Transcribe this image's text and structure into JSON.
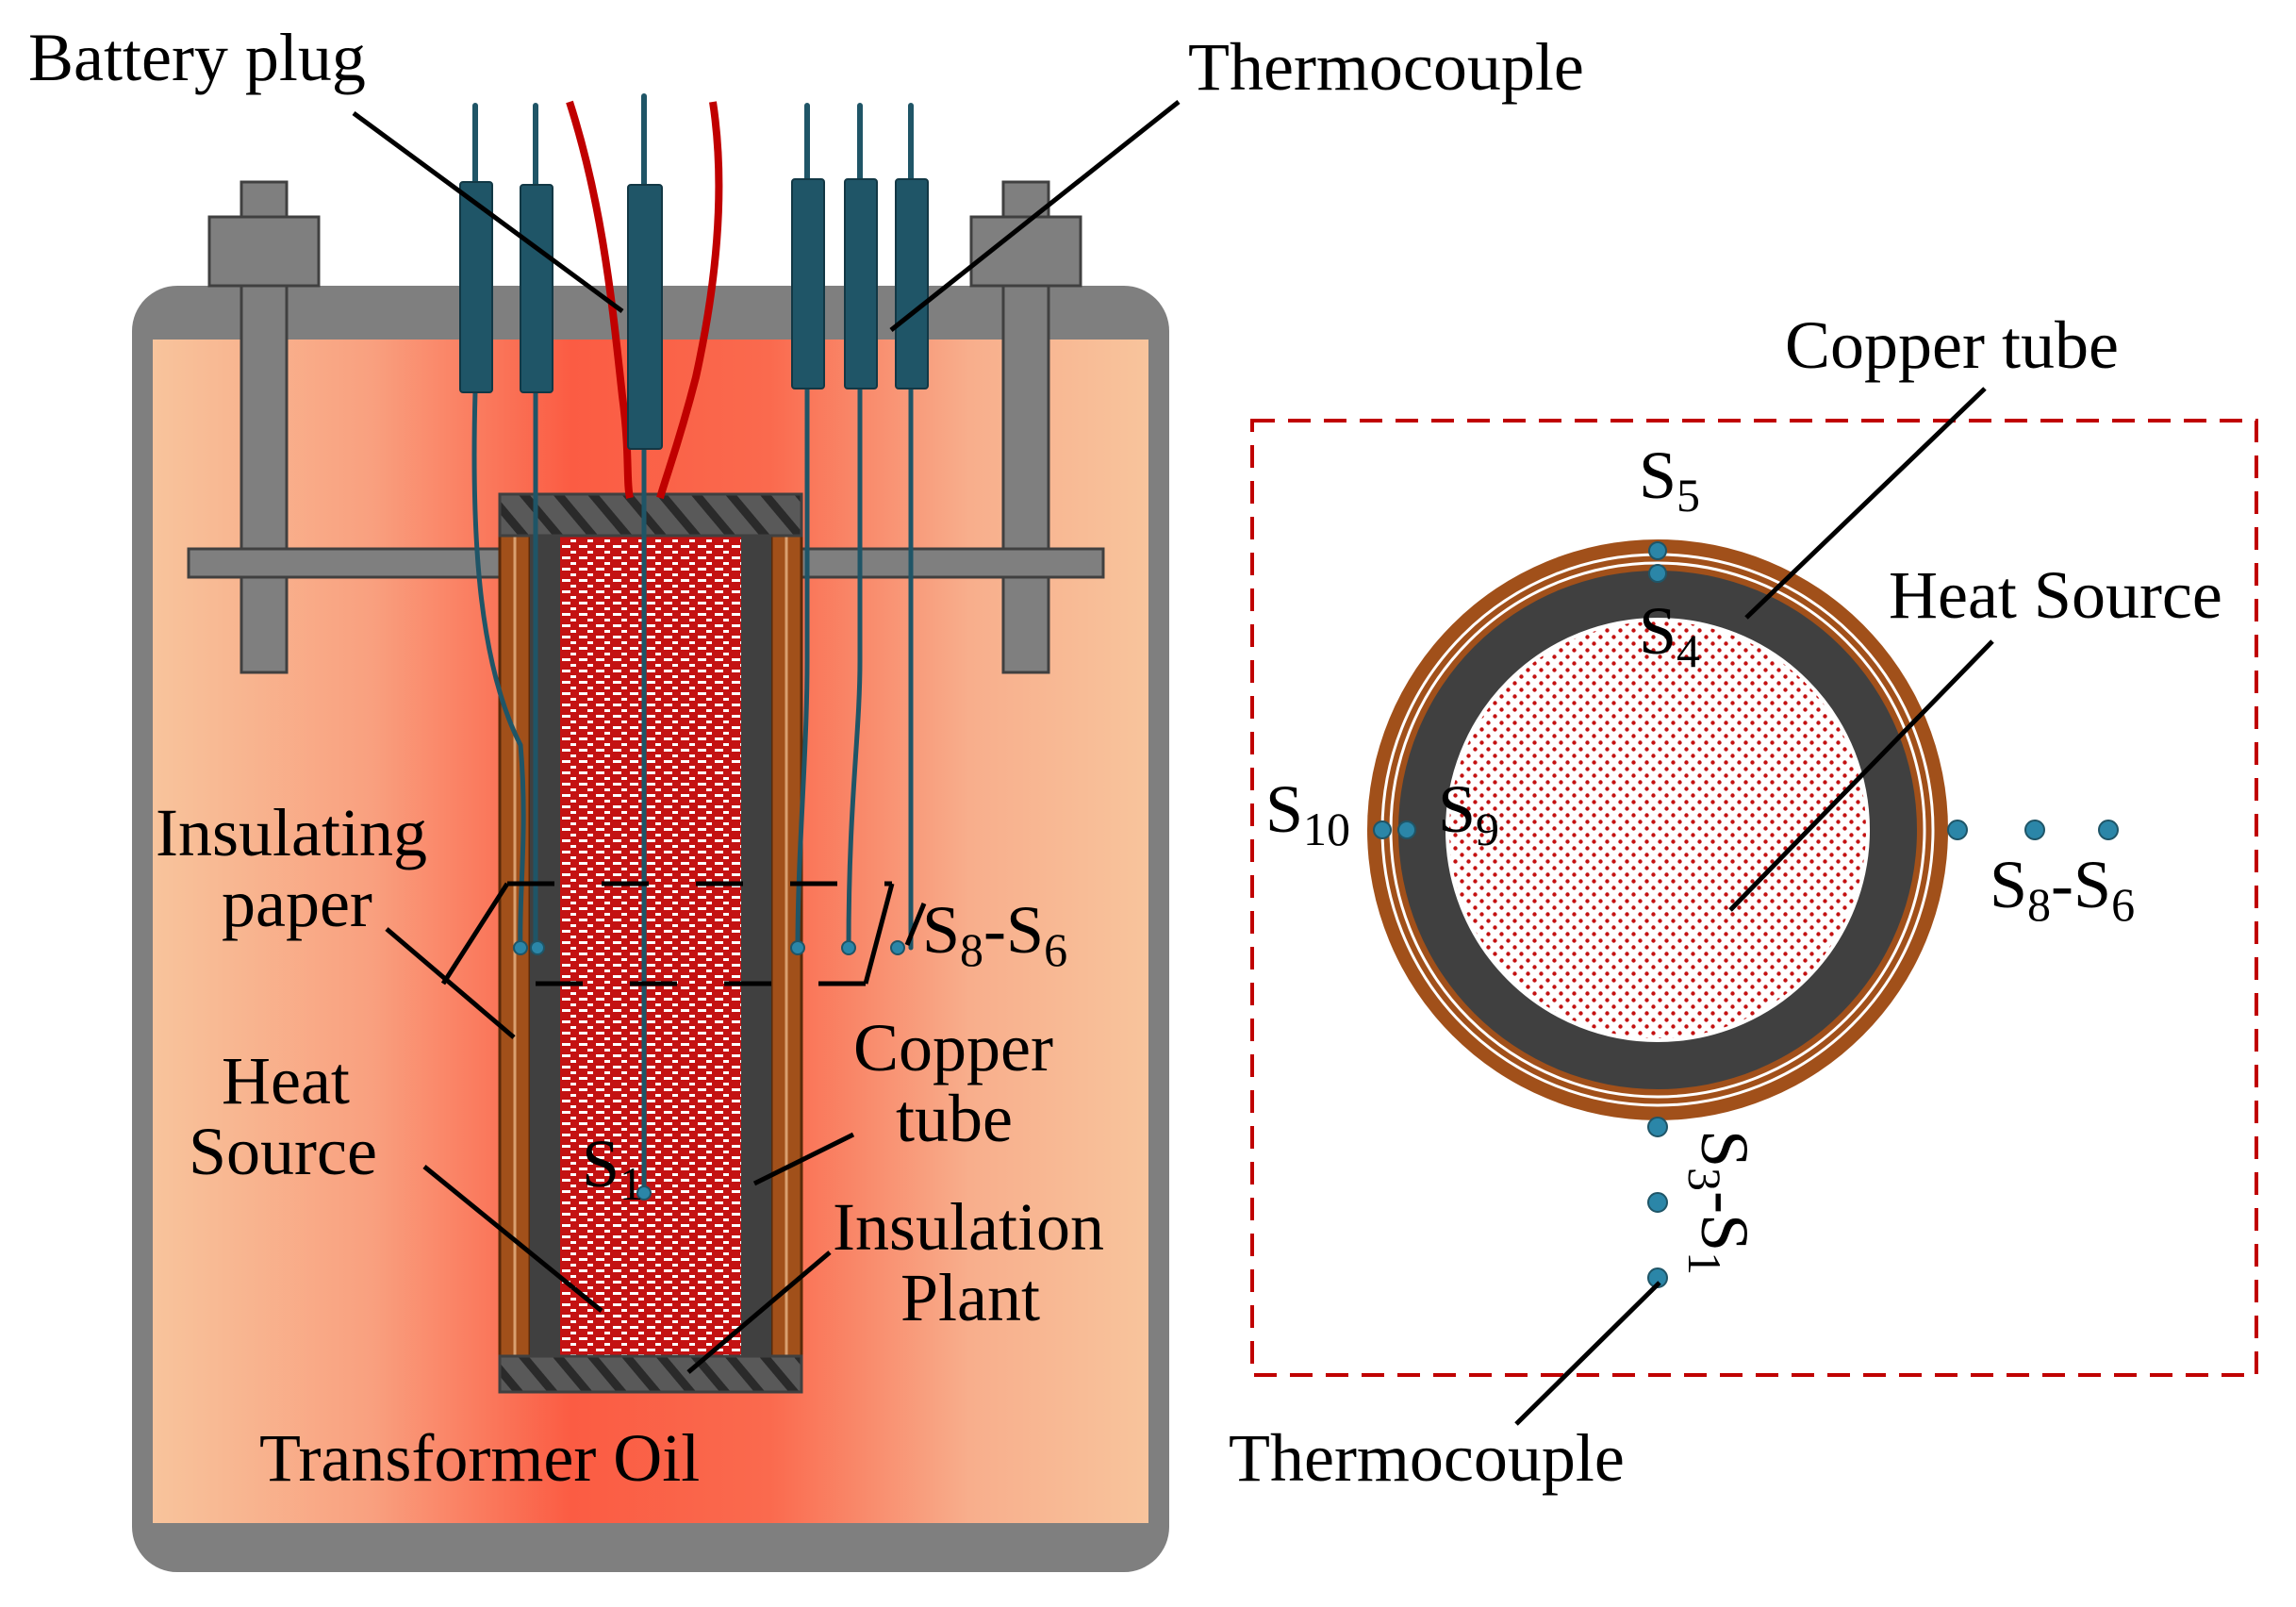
{
  "labels": {
    "battery_plug": "Battery plug",
    "thermocouple_top": "Thermocouple",
    "insulating_paper_1": "Insulating",
    "insulating_paper_2": "paper",
    "heat_source_left_1": "Heat",
    "heat_source_left_2": "Source",
    "copper_tube_left_1": "Copper",
    "copper_tube_left_2": "tube",
    "insulation_plant_1": "Insulation",
    "insulation_plant_2": "Plant",
    "transformer_oil": "Transformer Oil",
    "copper_tube_right": "Copper tube",
    "heat_source_right": "Heat Source",
    "thermocouple_bottom": "Thermocouple"
  },
  "sensors": {
    "s_main": "S",
    "sub_1": "1",
    "sub_3": "3",
    "sub_4": "4",
    "sub_5": "5",
    "sub_6": "6",
    "sub_8": "8",
    "sub_9": "9",
    "sub_10": "10",
    "dash": "-"
  },
  "colors": {
    "tank_wall": "#7f7f7f",
    "oil_light": "#f8c49c",
    "oil_hot": "#fb5c43",
    "thermocouple": "#1f5567",
    "wire_red": "#c00000",
    "copper": "#a1501a",
    "tube_dark": "#404040",
    "heat_source": "#c41212",
    "sensor_dot": "#2b86a8",
    "frame_dashed": "#c00000"
  }
}
